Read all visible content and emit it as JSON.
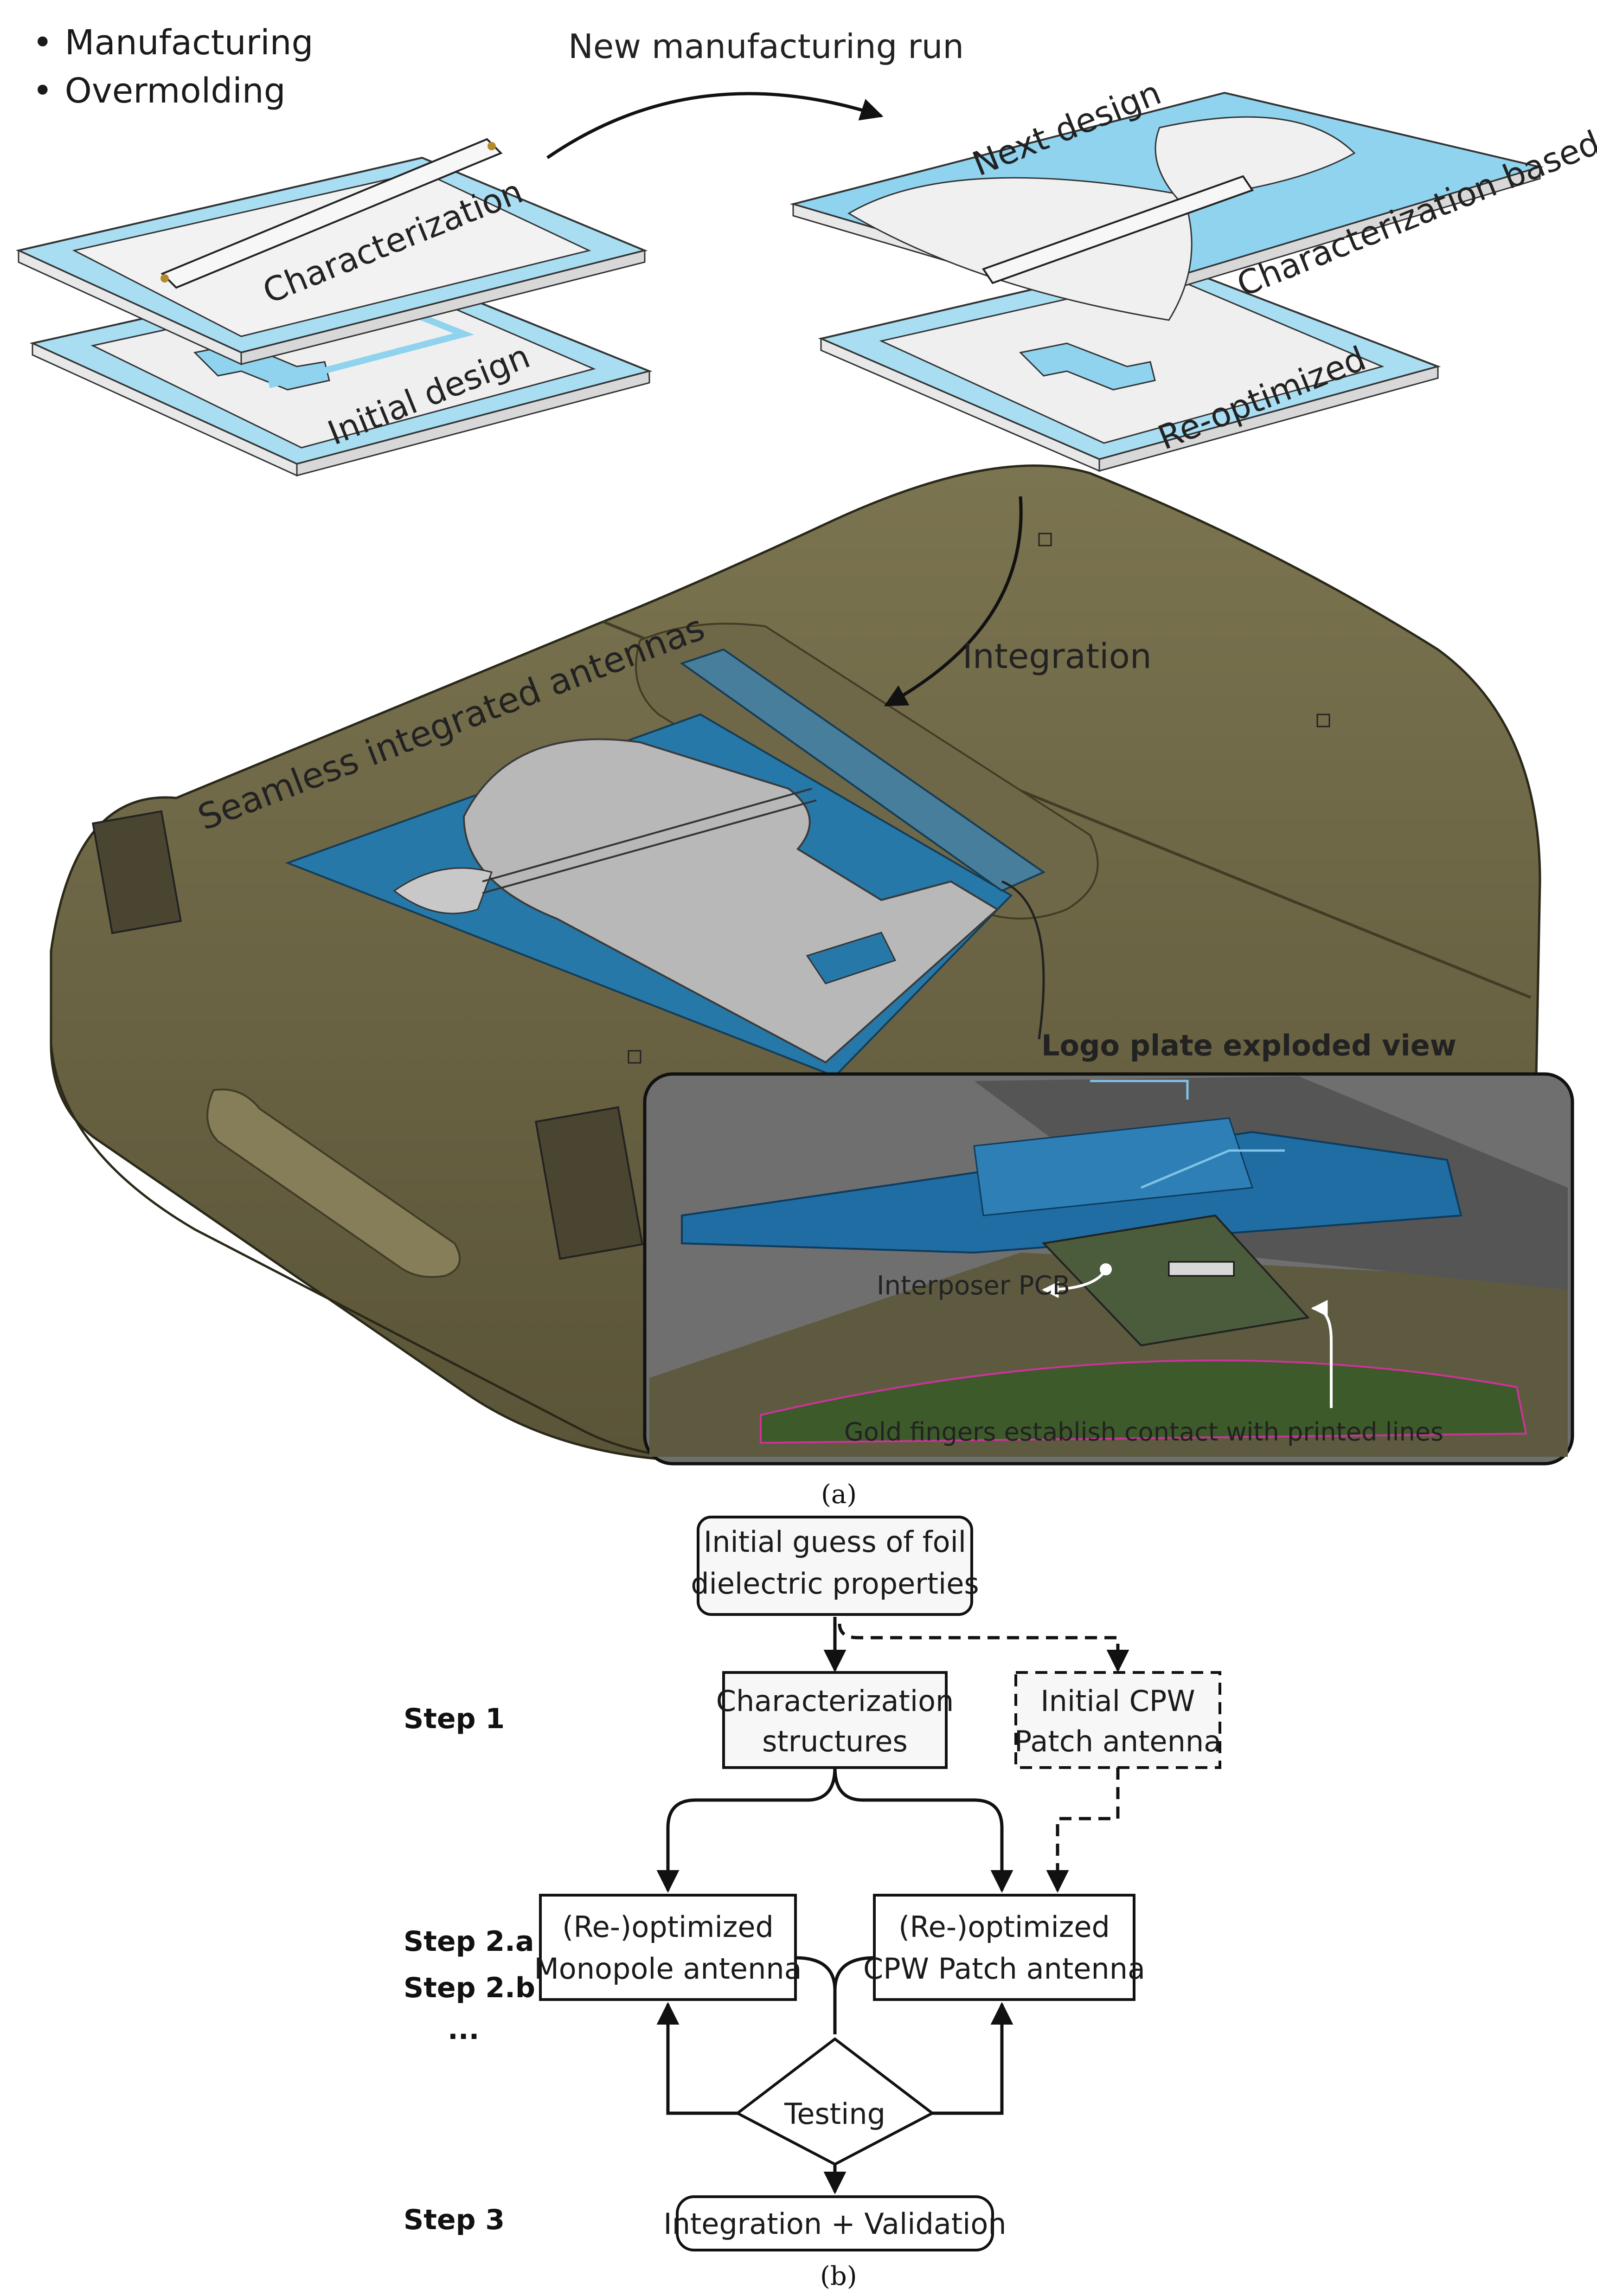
{
  "panel_a": {
    "process_items": [
      "Manufacturing",
      "Overmolding"
    ],
    "run_label": "New manufacturing run",
    "plates": {
      "characterization": "Characterization",
      "initial_design": "Initial design",
      "next_design": "Next design",
      "characterization_based": "Characterization based",
      "re_optimized": "Re-optimized"
    },
    "integration_label": "Integration",
    "enclosure_text": "Seamless integrated antennas",
    "inset": {
      "title": "Logo plate exploded view",
      "interposer_label": "Interposer PCB",
      "gold_fingers_label": "Gold fingers establish contact with printed lines"
    },
    "caption": "(a)"
  },
  "panel_b": {
    "steps": {
      "step1": "Step 1",
      "step2a": "Step 2.a",
      "step2b": "Step 2.b",
      "ellipsis": "...",
      "step3": "Step 3"
    },
    "nodes": {
      "initial_guess": [
        "Initial guess of foil",
        "dielectric properties"
      ],
      "characterization": [
        "Characterization",
        "structures"
      ],
      "initial_cpw": [
        "Initial CPW",
        "Patch antenna"
      ],
      "monopole": [
        "(Re-)optimized",
        "Monopole antenna"
      ],
      "cpw_patch": [
        "(Re-)optimized",
        "CPW Patch antenna"
      ],
      "testing": "Testing",
      "integration": "Integration + Validation"
    },
    "caption": "(b)"
  },
  "colors": {
    "foil_blue": "#8fd3ef",
    "antenna_blue": "#1f6f9c",
    "enclosure_olive": "#6b6444",
    "inset_bg": "#6d6d6d",
    "logo_plate_blue": "#2a6d9e",
    "trace_grey": "#bdbdbd"
  },
  "icons": [
    "arrow-icon",
    "diamond-decision-icon"
  ]
}
